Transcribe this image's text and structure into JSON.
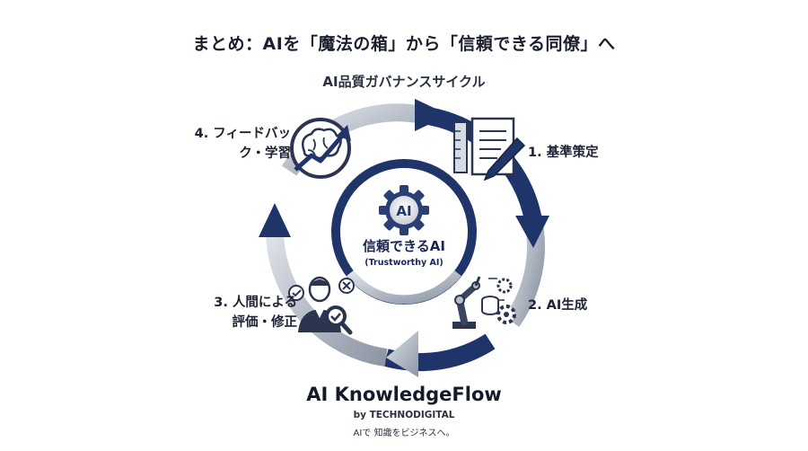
{
  "header": {
    "title": "まとめ：AIを「魔法の箱」から「信頼できる同僚」へ",
    "subtitle": "AI品質ガバナンスサイクル"
  },
  "center": {
    "badge": "AI",
    "label_jp": "信頼できるAI",
    "label_en": "(Trustworthy AI)"
  },
  "steps": [
    {
      "label": "1. 基準策定",
      "icon": "document-pen-icon"
    },
    {
      "label": "2. AI生成",
      "icon": "robot-arm-gears-icon"
    },
    {
      "label": "3. 人間による\n評価・修正",
      "icon": "reviewer-magnifier-icon"
    },
    {
      "label": "4. フィードバッ\nク・学習",
      "icon": "brain-growth-arrow-icon"
    }
  ],
  "footer": {
    "brand": "AI KnowledgeFlow",
    "byline": "by TECHNODIGITAL",
    "tagline": "AIで 知識をビジネスへ。"
  },
  "colors": {
    "navy": "#1f3468",
    "steel": "#a9b0bc",
    "text": "#1c2233"
  }
}
